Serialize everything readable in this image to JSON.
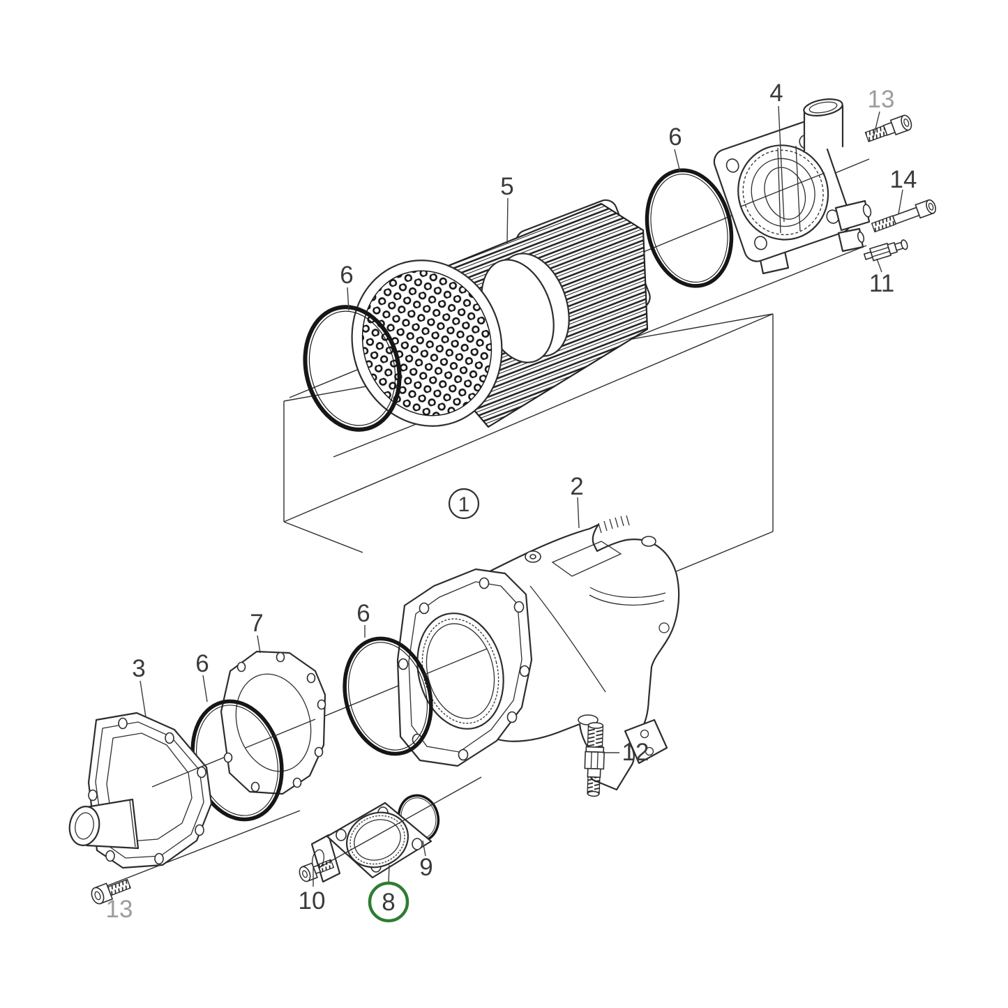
{
  "diagram": {
    "background": "#ffffff",
    "stroke_color": "#2d2d2d",
    "label_color": "#3a3a3a",
    "muted_label_color": "#9c9c9c",
    "highlight": {
      "color": "#2e7d32",
      "callout": "8"
    }
  },
  "callouts": {
    "1": "1",
    "2": "2",
    "3": "3",
    "4": "4",
    "5": "5",
    "6": "6",
    "7": "7",
    "8": "8",
    "9": "9",
    "10": "10",
    "11": "11",
    "12": "12",
    "13": "13",
    "14": "14"
  }
}
